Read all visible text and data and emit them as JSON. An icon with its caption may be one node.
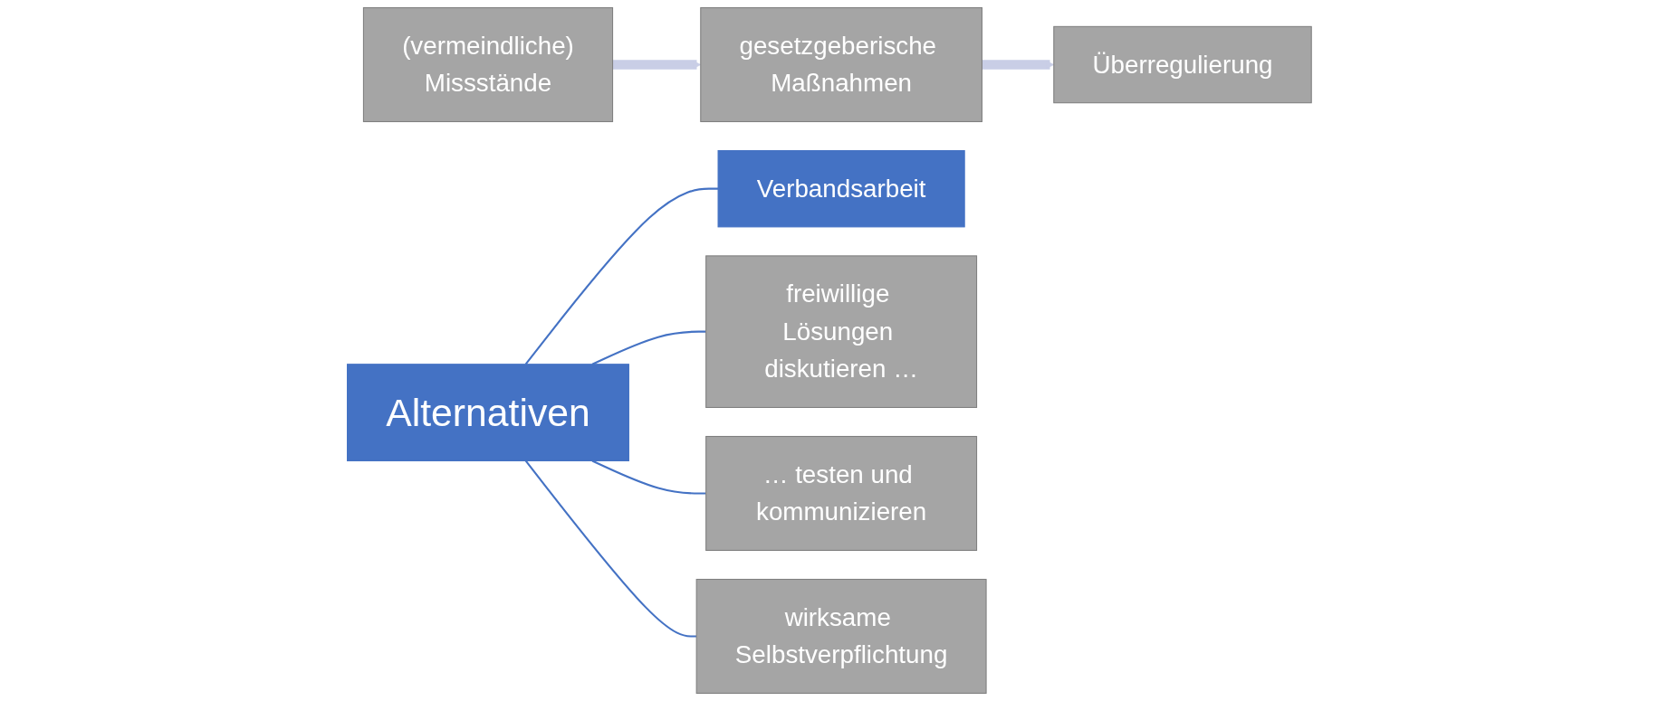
{
  "diagram": {
    "nodes": [
      {
        "text": [
          "(vermeindliche)",
          "Missstände"
        ]
      },
      {
        "text": [
          "gesetzgeberische Maßnahmen"
        ]
      },
      {
        "text": [
          "Überregulierung"
        ]
      },
      {
        "text": [
          "Alternativen"
        ]
      },
      {
        "text": [
          "Verbandsarbeit"
        ]
      },
      {
        "text": [
          "freiwillige Lösungen diskutieren …"
        ]
      },
      {
        "text": [
          "… testen und kommunizieren"
        ]
      },
      {
        "text": [
          "wirksame Selbstverpflichtung"
        ]
      }
    ],
    "edges": [
      {
        "from": 0,
        "to": 1,
        "arrow": "to",
        "style": "thick",
        "color": "#c9cee6"
      },
      {
        "from": 1,
        "to": 2,
        "arrow": "to",
        "style": "thick",
        "color": "#c9cee6"
      },
      {
        "from": 3,
        "to": 4,
        "arrow": "none"
      },
      {
        "from": 3,
        "to": 5,
        "arrow": "none"
      },
      {
        "from": 3,
        "to": 6,
        "arrow": "none"
      },
      {
        "from": 3,
        "to": 7,
        "arrow": "none"
      }
    ]
  }
}
